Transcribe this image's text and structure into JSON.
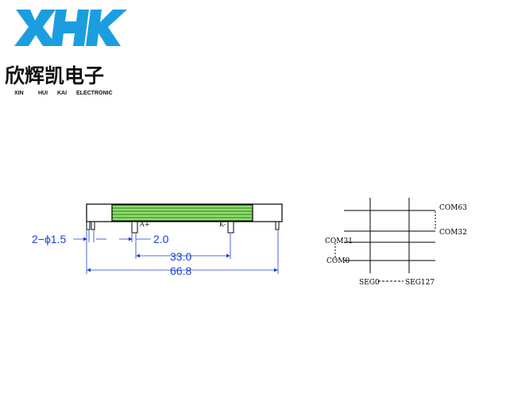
{
  "logo": {
    "brand": "XHK",
    "chinese": "欣辉凯电子",
    "words": [
      "XIN",
      "HUI",
      "KAI",
      "ELECTRONIC"
    ],
    "brand_color": "#1b9ee0"
  },
  "drawing": {
    "pin_a_label": "A+",
    "pin_k_label": "K-",
    "dimensions": {
      "pin_diameter": "2−ϕ1.5",
      "pin_spacing": "2.0",
      "anode_cathode": "33.0",
      "overall_length": "66.8"
    },
    "dim_color": "#1a3fd6",
    "tube_color": "#8ee06a"
  },
  "matrix": {
    "com63": "COM63",
    "com32": "COM32",
    "com31": "COM31",
    "com0": "COM0",
    "seg0": "SEG0",
    "seg127": "SEG127"
  }
}
